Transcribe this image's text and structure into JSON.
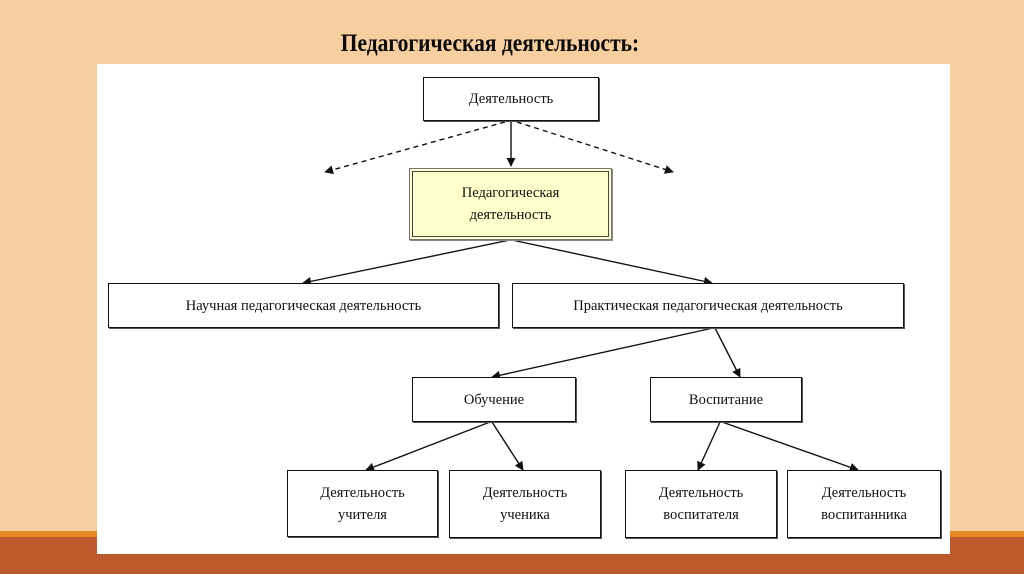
{
  "slide": {
    "title": "Педагогическая деятельность:",
    "colors": {
      "background": "#F7CF9F",
      "accent_stripe": "#E58A22",
      "footer_band": "#BC5A2E",
      "panel": "#FFFFFF",
      "highlight_box": "#FFFFCC"
    }
  },
  "diagram": {
    "nodes": {
      "root": "Деятельность",
      "pedagogical": "Педагогическая\nдеятельность",
      "scientific": "Научная педагогическая деятельность",
      "practical": "Практическая педагогическая деятельность",
      "teaching": "Обучение",
      "upbringing": "Воспитание",
      "teacher_activity": "Деятельность\nучителя",
      "student_activity": "Деятельность\nученика",
      "educator_activity": "Деятельность\nвоспитателя",
      "pupil_activity": "Деятельность\nвоспитанника"
    },
    "edges": [
      {
        "from": "root",
        "to": "pedagogical",
        "style": "solid"
      },
      {
        "from": "root",
        "to": "other-left",
        "style": "dashed"
      },
      {
        "from": "root",
        "to": "other-right",
        "style": "dashed"
      },
      {
        "from": "pedagogical",
        "to": "scientific",
        "style": "solid"
      },
      {
        "from": "pedagogical",
        "to": "practical",
        "style": "solid"
      },
      {
        "from": "practical",
        "to": "teaching",
        "style": "solid"
      },
      {
        "from": "practical",
        "to": "upbringing",
        "style": "solid"
      },
      {
        "from": "teaching",
        "to": "teacher_activity",
        "style": "solid"
      },
      {
        "from": "teaching",
        "to": "student_activity",
        "style": "solid"
      },
      {
        "from": "upbringing",
        "to": "educator_activity",
        "style": "solid"
      },
      {
        "from": "upbringing",
        "to": "pupil_activity",
        "style": "solid"
      }
    ]
  }
}
